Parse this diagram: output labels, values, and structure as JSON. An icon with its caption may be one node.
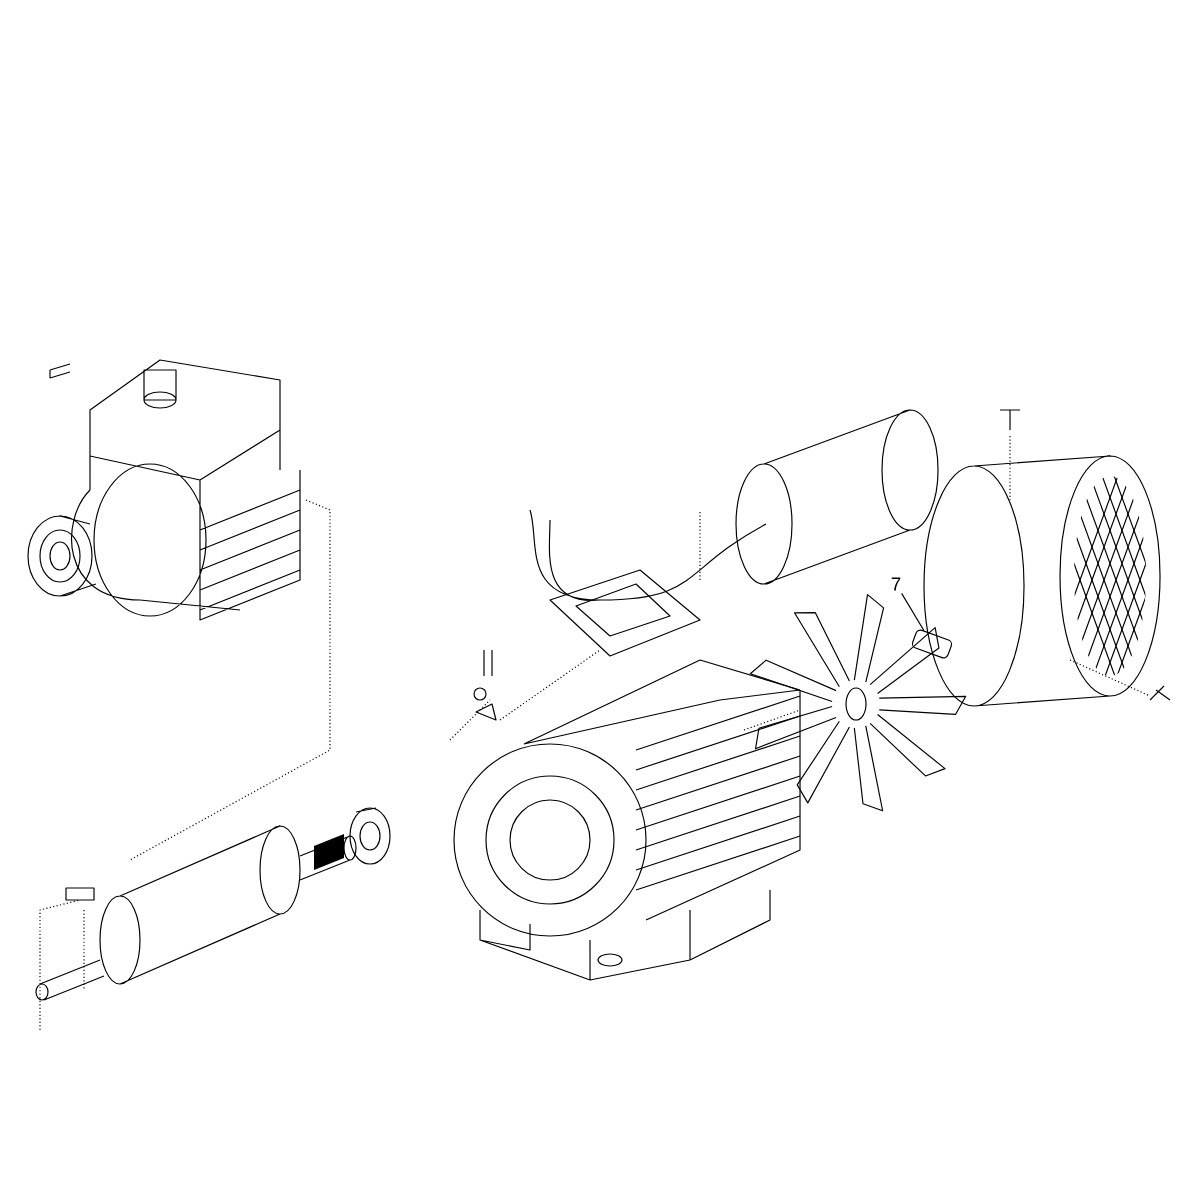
{
  "diagram": {
    "nodes": [
      {
        "text": [
          "7"
        ]
      },
      {
        "text": [],
        "shape": "picture"
      }
    ],
    "edges": [
      {
        "from": 0,
        "to": 1,
        "arrow": "none"
      }
    ]
  }
}
